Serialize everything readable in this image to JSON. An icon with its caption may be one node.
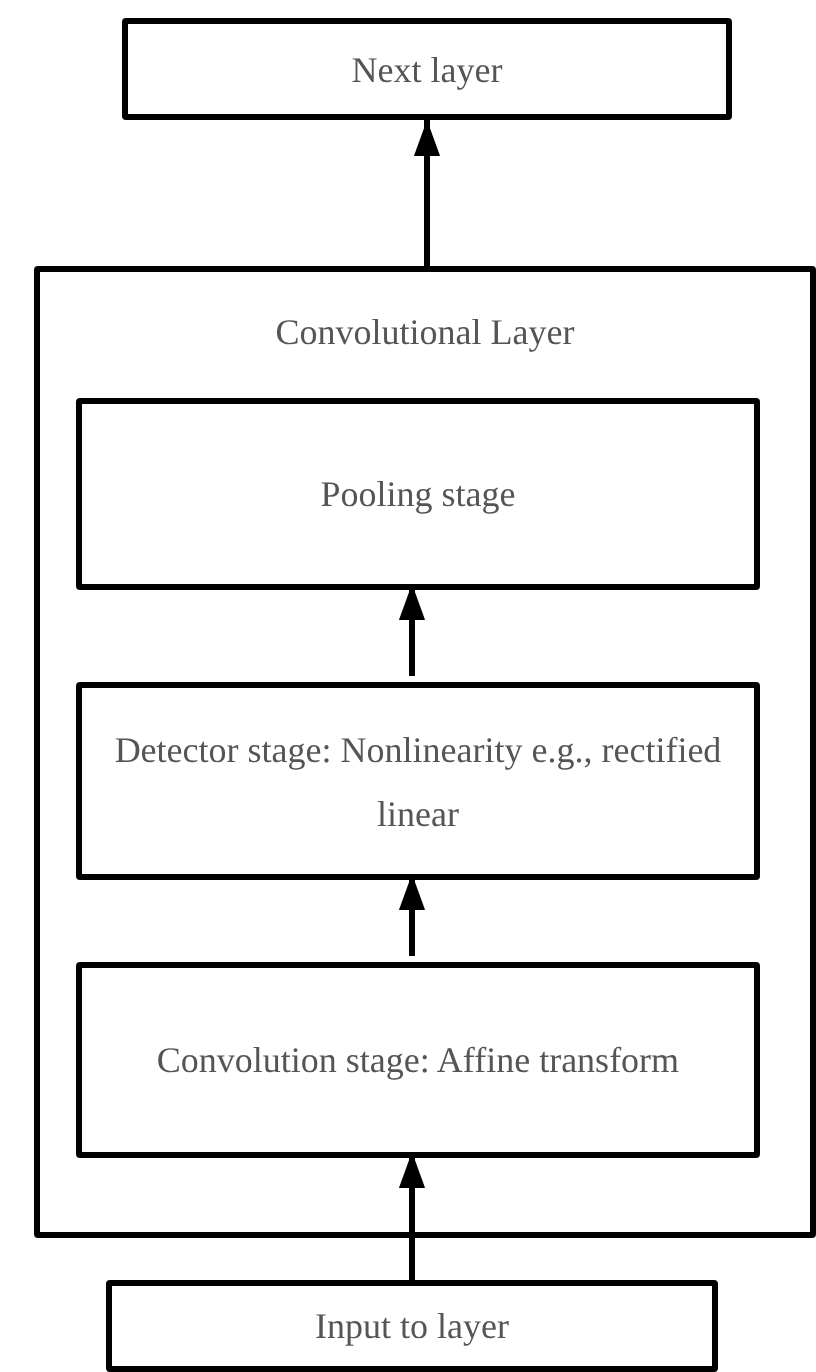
{
  "diagram": {
    "nodes": [
      {
        "text": [
          "Next layer"
        ]
      },
      {
        "text": [
          "Convolutional Layer"
        ]
      },
      {
        "text": [
          "Pooling stage"
        ],
        "in": 1
      },
      {
        "text": [
          "Detector stage: Nonlinearity e.g., rectified linear"
        ],
        "in": 1
      },
      {
        "text": [
          "Convolution stage: Affine transform"
        ],
        "in": 1
      },
      {
        "text": [
          "Input to layer"
        ]
      }
    ],
    "edges": [
      {
        "from": 5,
        "to": 4,
        "arrow": "to"
      },
      {
        "from": 4,
        "to": 3,
        "arrow": "to"
      },
      {
        "from": 3,
        "to": 2,
        "arrow": "to"
      },
      {
        "from": 1,
        "to": 0,
        "arrow": "to"
      }
    ]
  }
}
